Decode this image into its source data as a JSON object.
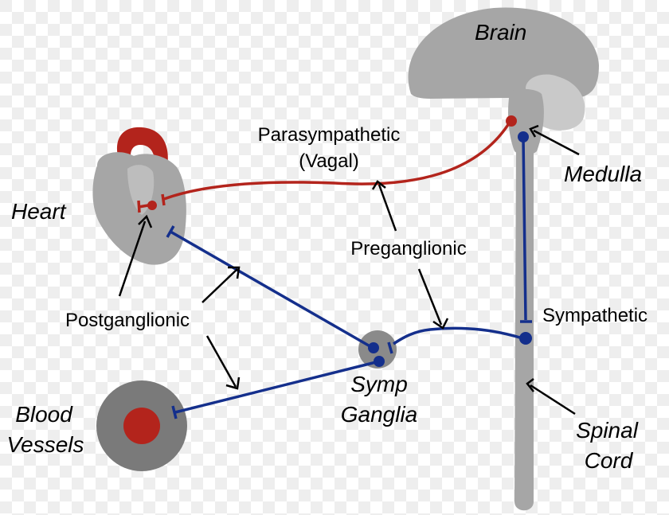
{
  "labels": {
    "brain": "Brain",
    "medulla": "Medulla",
    "heart": "Heart",
    "parasympathetic_line1": "Parasympathetic",
    "parasympathetic_line2": "(Vagal)",
    "preganglionic": "Preganglionic",
    "postganglionic": "Postganglionic",
    "sympathetic": "Sympathetic",
    "symp_ganglia_line1": "Symp",
    "symp_ganglia_line2": "Ganglia",
    "blood_vessels_line1": "Blood",
    "blood_vessels_line2": "Vessels",
    "spinal_cord_line1": "Spinal",
    "spinal_cord_line2": "Cord"
  },
  "colors": {
    "parasympathetic_pathway": "#b3241c",
    "sympathetic_pathway": "#142f8c",
    "tissue_gray": "#a6a6a6",
    "dark_gray": "#7a7a7a",
    "light_gray": "#c9c9c9",
    "checker": "#eeeeee"
  }
}
